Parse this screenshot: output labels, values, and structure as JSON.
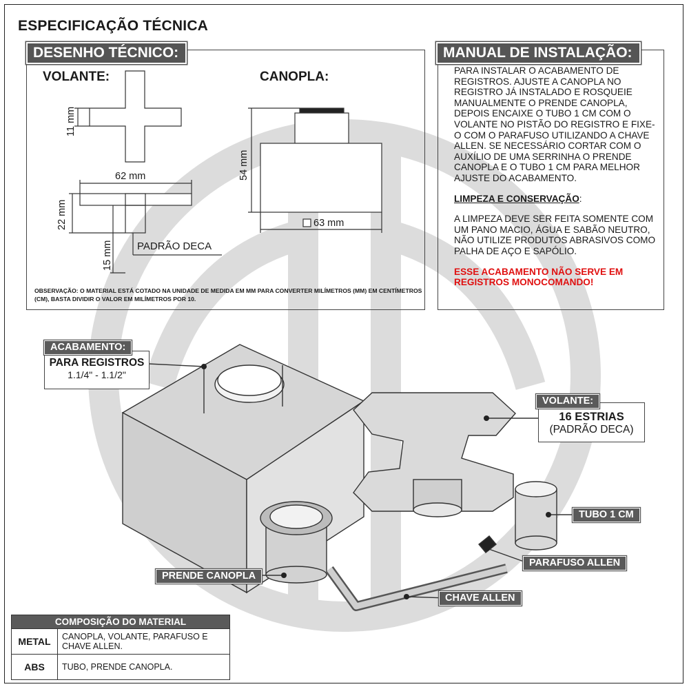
{
  "title": "ESPECIFICAÇÃO TÉCNICA",
  "drawing": {
    "header": "DESENHO TÉCNICO:",
    "volante_label": "VOLANTE:",
    "canopla_label": "CANOPLA:",
    "dim_11": "11 mm",
    "dim_62": "62 mm",
    "dim_22": "22 mm",
    "dim_15": "15 mm",
    "padrao": "PADRÃO DECA",
    "dim_54": "54 mm",
    "dim_63": "63 mm",
    "observacao": "OBSERVAÇÃO: O MATERIAL ESTÁ COTADO NA UNIDADE DE MEDIDA EM MM PARA CONVERTER MILÍMETROS (mm) EM CENTÍMETROS (cm), BASTA DIVIDIR O VALOR EM MILÍMETROS POR 10."
  },
  "manual": {
    "header": "MANUAL DE INSTALAÇÃO:",
    "p1": "PARA INSTALAR O ACABAMENTO DE REGISTROS. AJUSTE A CANOPLA NO REGISTRO JÁ INSTALADO E ROSQUEIE MANUALMENTE O PRENDE CANOPLA, DEPOIS ENCAIXE O TUBO 1 CM COM O VOLANTE NO PISTÃO DO REGISTRO E FIXE-O COM O PARAFUSO UTILIZANDO A CHAVE ALLEN. SE NECESSÁRIO CORTAR COM O AUXÍLIO DE UMA SERRINHA O PRENDE CANOPLA E O TUBO 1 CM PARA MELHOR AJUSTE DO ACABAMENTO.",
    "limpeza_title": "LIMPEZA E CONSERVAÇÃO",
    "limpeza_colon": ":",
    "p2": "A LIMPEZA DEVE SER FEITA SOMENTE COM UM PANO MACIO, ÁGUA E SABÃO NEUTRO, NÃO UTILIZE PRODUTOS ABRASIVOS COMO PALHA DE AÇO E SAPÓLIO.",
    "warning": "ESSE ACABAMENTO NÃO SERVE EM REGISTROS MONOCOMANDO!",
    "warning_color": "#e01010"
  },
  "callouts": {
    "acabamento_tag": "ACABAMENTO:",
    "acabamento_title": "PARA REGISTROS",
    "acabamento_sub": "1.1/4\" - 1.1/2\"",
    "volante_tag": "VOLANTE:",
    "volante_title": "16 ESTRIAS",
    "volante_sub": "(PADRÃO DECA)",
    "tubo": "TUBO 1 CM",
    "parafuso": "PARAFUSO ALLEN",
    "chave": "CHAVE ALLEN",
    "prende": "PRENDE CANOPLA"
  },
  "composition": {
    "header": "COMPOSIÇÃO DO MATERIAL",
    "rows": [
      {
        "key": "METAL",
        "value": "CANOPLA, VOLANTE, PARAFUSO E CHAVE ALLEN."
      },
      {
        "key": "ABS",
        "value": "TUBO, PRENDE CANOPLA."
      }
    ]
  },
  "colors": {
    "tag_bg": "#555555",
    "watermark": "#d9d9d9",
    "part_fill": "#d8d8d8"
  }
}
